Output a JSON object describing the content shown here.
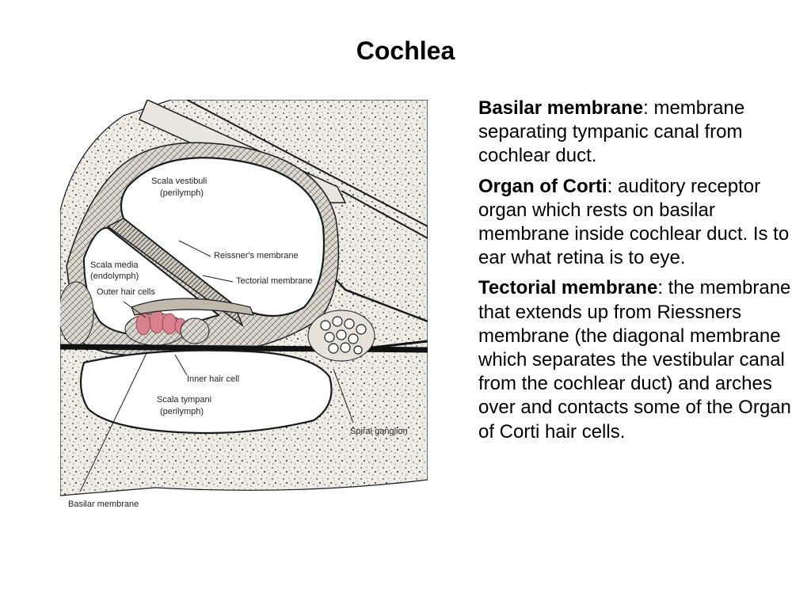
{
  "slide": {
    "title": "Cochlea"
  },
  "diagram": {
    "labels": {
      "scala_vestibuli": "Scala vestibuli",
      "scala_vestibuli_fluid": "(perilymph)",
      "scala_media": "Scala media",
      "scala_media_fluid": "(endolymph)",
      "reissners_membrane": "Reissner's membrane",
      "tectorial_membrane": "Tectorial membrane",
      "outer_hair_cells": "Outer hair cells",
      "inner_hair_cell": "Inner hair cell",
      "scala_tympani": "Scala tympani",
      "scala_tympani_fluid": "(perilymph)",
      "spiral_ganglion": "Spiral ganglion",
      "basilar_membrane": "Basilar membrane"
    },
    "colors": {
      "hair_cells": "#d9828f",
      "ink": "#1a1a1a",
      "bone": "#e9e6e0"
    }
  },
  "definitions": [
    {
      "term": "Basilar membrane",
      "separator": ":",
      "text": " membrane separating tympanic canal from cochlear duct."
    },
    {
      "term": "Organ of Corti",
      "separator": ":",
      "text": " auditory receptor organ which rests on basilar membrane inside cochlear duct.  Is to ear what retina is to eye."
    },
    {
      "term": "Tectorial membrane",
      "separator": ":",
      "text": " the membrane that extends up from Riessners membrane (the diagonal membrane which separates the vestibular canal from the cochlear duct) and arches over and contacts some of the Organ of Corti hair cells."
    }
  ]
}
